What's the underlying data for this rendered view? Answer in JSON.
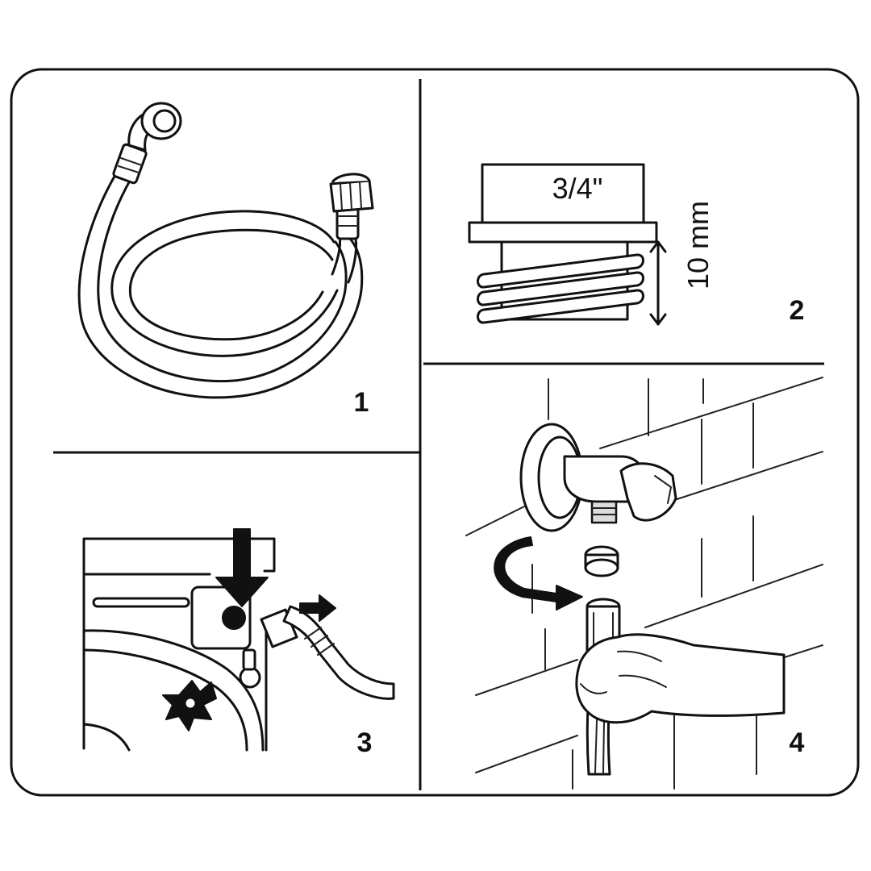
{
  "panels": [
    {
      "number": "1",
      "icon": "inlet-hose-icon"
    },
    {
      "number": "2",
      "icon": "threaded-connector-icon",
      "thread_size": "3/4\"",
      "thread_length": "10 mm"
    },
    {
      "number": "3",
      "icon": "hose-to-machine-icon"
    },
    {
      "number": "4",
      "icon": "hose-to-tap-icon"
    }
  ],
  "colors": {
    "line": "#111111",
    "background": "#ffffff",
    "shade": "#dcdcdc"
  }
}
